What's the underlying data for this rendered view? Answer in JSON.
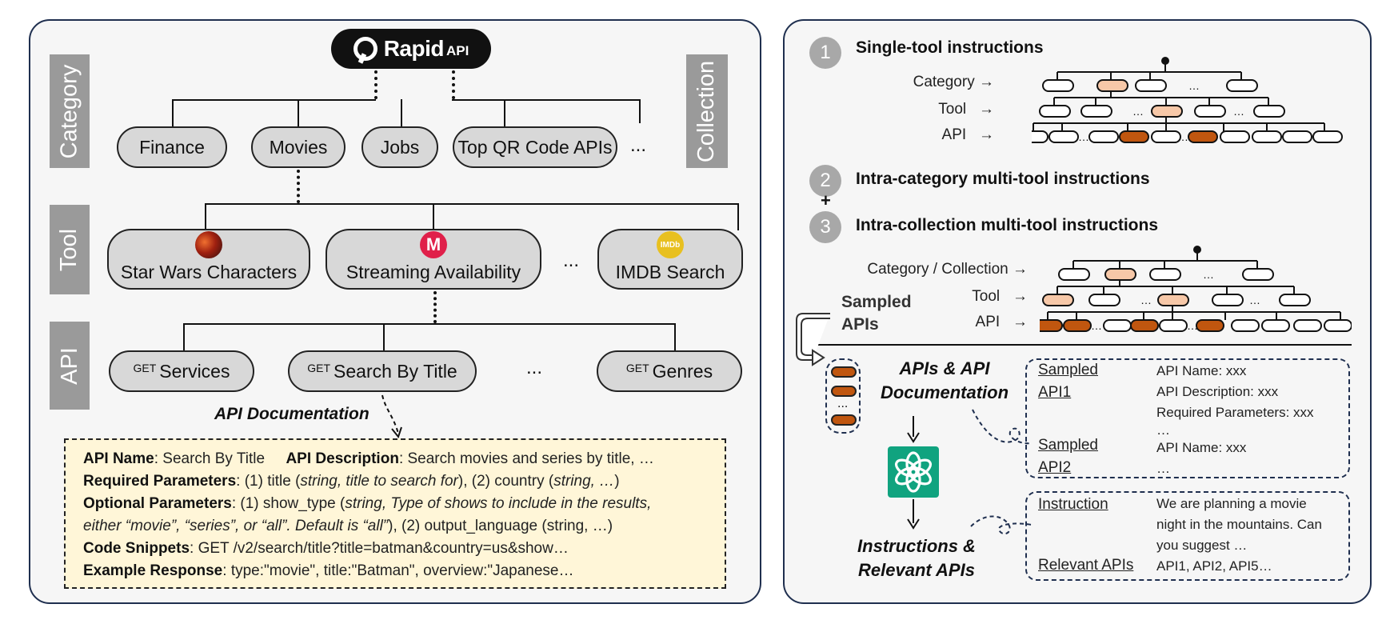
{
  "left": {
    "logo": {
      "word": "Rapid",
      "suffix": "API"
    },
    "side_labels": {
      "category": "Category",
      "collection": "Collection",
      "tool": "Tool",
      "api": "API"
    },
    "categories": [
      "Finance",
      "Movies",
      "Jobs"
    ],
    "collection_item": "Top QR Code APIs",
    "tools": [
      "Star Wars Characters",
      "Streaming Availability",
      "IMDB Search"
    ],
    "tool_icons": {
      "streaming": "M",
      "imdb": "IMDb"
    },
    "apis": [
      {
        "method": "GET",
        "name": "Services"
      },
      {
        "method": "GET",
        "name": "Search By Title"
      },
      {
        "method": "GET",
        "name": "Genres"
      }
    ],
    "ellipsis": "...",
    "doc_title": "API Documentation",
    "doc": {
      "api_name_label": "API Name",
      "api_name_value": "Search By Title",
      "api_desc_label": "API Description",
      "api_desc_value": "Search movies and series by title, …",
      "req_label": "Required Parameters",
      "req_value_1": "(1) title (",
      "req_value_1_it": "string, title to search for",
      "req_value_2": "), (2) country (",
      "req_value_2_it": "string, …",
      "req_value_3": ")",
      "opt_label": "Optional Parameters",
      "opt_value_1": "(1) show_type (",
      "opt_value_1_it": "string, Type of shows to include in the results,",
      "opt_value_2_it": "either “movie”, “series”, or “all”. Default is “all”",
      "opt_value_2": "), (2) output_language (string, …)",
      "code_label": "Code Snippets",
      "code_value": "GET /v2/search/title?title=batman&country=us&show…",
      "resp_label": "Example Response",
      "resp_value": "type:\"movie\", title:\"Batman\", overview:\"Japanese…"
    }
  },
  "right": {
    "steps": [
      {
        "num": "1",
        "title": "Single-tool instructions"
      },
      {
        "num": "2",
        "title": "Intra-category multi-tool instructions"
      },
      {
        "num": "3",
        "title": "Intra-collection multi-tool instructions"
      }
    ],
    "plus": "+",
    "tree1_labels": {
      "category": "Category",
      "tool": "Tool",
      "api": "API"
    },
    "tree2_labels": {
      "category": "Category / Collection",
      "tool": "Tool",
      "api": "API"
    },
    "sampled_apis": "Sampled\nAPIs",
    "arrow": "→",
    "apis_doc_label": "APIs & API\nDocumentation",
    "instr_label": "Instructions &\nRelevant APIs",
    "sampled_box": {
      "api1_label_a": "Sampled",
      "api1_label_b": "API1",
      "api1_lines": [
        "API Name: xxx",
        "API Description: xxx",
        "Required Parameters: xxx",
        "…"
      ],
      "api2_label_a": "Sampled",
      "api2_label_b": "API2",
      "api2_lines": [
        "API Name: xxx",
        "…"
      ]
    },
    "instr_box": {
      "instr_label": "Instruction",
      "instr_lines": [
        "We are planning a movie",
        "night in the mountains. Can",
        "you suggest …"
      ],
      "rel_label": "Relevant  APIs",
      "rel_value": "API1, API2, API5…"
    },
    "colors": {
      "light_orange": "#f7c8a8",
      "dark_orange": "#c0560f",
      "gpt_green": "#10a37f"
    }
  }
}
